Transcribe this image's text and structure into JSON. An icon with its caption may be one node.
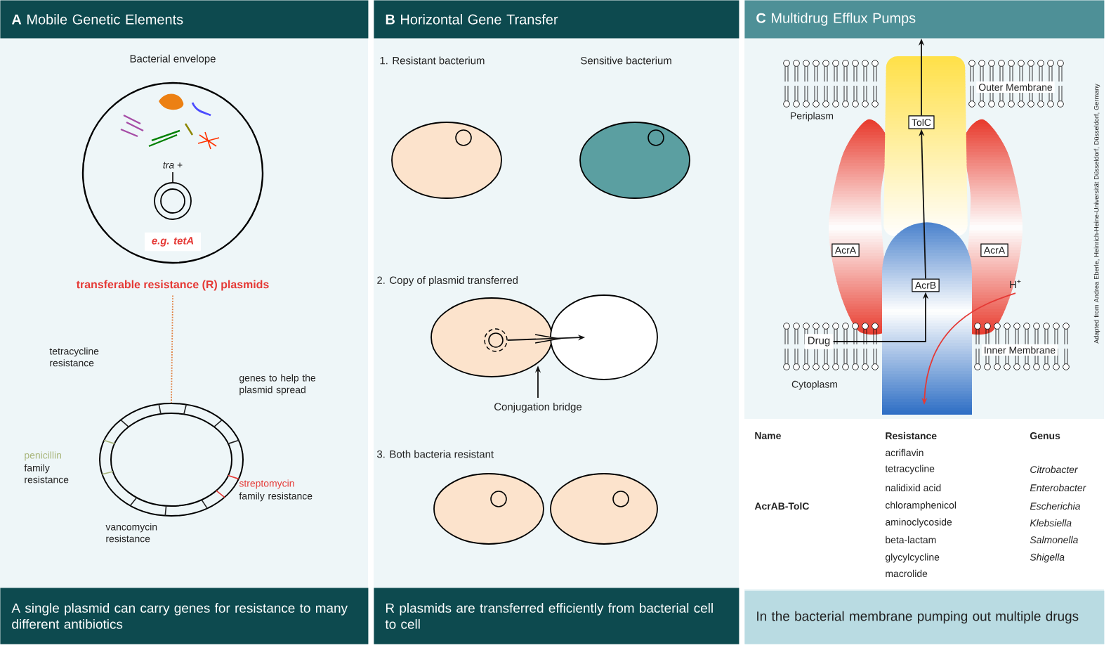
{
  "diagram": {
    "nodes": [
      {
        "text": [
          "**A** Mobile Genetic Elements"
        ]
      },
      {
        "text": [
          "Bacterial envelope"
        ]
      },
      {
        "text": [],
        "shape": "circle",
        "in": 1,
        "beside": [
          "*tra* +"
        ]
      },
      {
        "text": [
          "e.g. tetA"
        ],
        "in": 1
      },
      {
        "text": [
          "transferable resistance (R) plasmids"
        ]
      },
      {
        "text": [],
        "shape": "ellipse"
      },
      {
        "text": [
          "A single plasmid can carry genes for resistance to many different antibiotics"
        ]
      },
      {
        "text": [
          "**B** Horizontal Gene Transfer"
        ]
      },
      {
        "text": [],
        "shape": "ellipse"
      },
      {
        "text": [],
        "shape": "ellipse"
      },
      {
        "text": [],
        "shape": "ellipse"
      },
      {
        "text": [],
        "shape": "circle",
        "in": 10
      },
      {
        "text": [],
        "shape": "ellipse"
      },
      {
        "text": [
          "Conjugation bridge"
        ]
      },
      {
        "text": [],
        "shape": "ellipse"
      },
      {
        "text": [],
        "shape": "ellipse"
      },
      {
        "text": [
          "R plasmids are transferred efficiently from bacterial cell to cell"
        ]
      },
      {
        "text": [
          "**C** Multidrug Efflux Pumps"
        ]
      },
      {
        "text": [
          "TolC"
        ]
      },
      {
        "text": [
          "AcrA"
        ]
      },
      {
        "text": [
          "AcrA"
        ]
      },
      {
        "text": [
          "AcrB"
        ]
      },
      {
        "text": [
          "Drug"
        ]
      },
      {
        "text": [
          "H$^{+}$"
        ]
      },
      {
        "text": [
          "In the bacterial membrane pumping out multiple drugs"
        ]
      }
    ],
    "edges": [
      {
        "from": 4,
        "to": 5,
        "arrow": "none",
        "style": "dashed",
        "color": "#e07b39"
      },
      {
        "from": 11,
        "to": 12,
        "arrow": "to"
      },
      {
        "from": 13,
        "to": 10,
        "arrow": "to"
      },
      {
        "from": 22,
        "to": 21,
        "arrow": "to"
      },
      {
        "from": 21,
        "to": 18,
        "arrow": "to"
      },
      {
        "from": 18,
        "to": 17,
        "arrow": "to"
      },
      {
        "from": 23,
        "to": null,
        "arrow": "to",
        "color": "#e53935"
      }
    ],
    "labels": [
      "tetracycline resistance",
      "genes to help the plasmid spread",
      "penicillin",
      "family resistance",
      "streptomycin",
      "family resistance",
      "vancomycin resistance",
      "1. Resistant bacterium",
      "Sensitive bacterium",
      "2. Copy of plasmid transferred",
      "3. Both bacteria resistant",
      "Outer Membrane",
      "Periplasm",
      "Inner Membrane",
      "Cytoplasm",
      "Name",
      "Resistance",
      "Genus",
      "acriflavin",
      "tetracycline",
      "Citrobacter",
      "nalidixid acid",
      "Enterobacter",
      "AcrAB-TolC",
      "chloramphenicol",
      "Escherichia",
      "aminoclycoside",
      "Klebsiella",
      "beta-lactam",
      "Salmonella",
      "glycylcycline",
      "Shigella",
      "macrolide",
      "Adapted from Andrea Eberle, Heinrich-Heine-Universität Düsseldorf, Düsseldorf, Germany"
    ]
  }
}
